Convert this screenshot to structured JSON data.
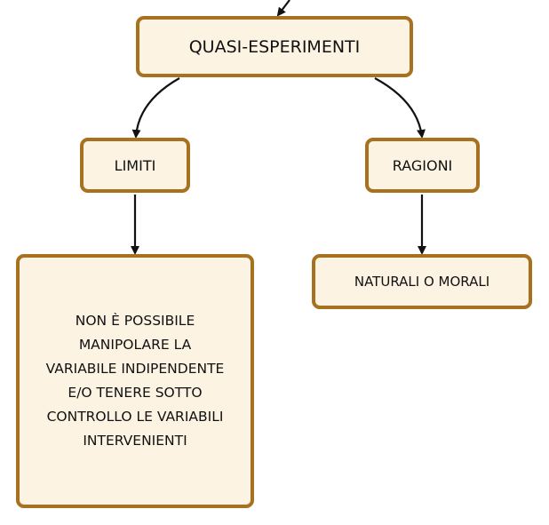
{
  "diagram": {
    "root": {
      "label": "QUASI-ESPERIMENTI"
    },
    "branches": [
      {
        "label": "LIMITI",
        "child": {
          "label": "NON È POSSIBILE\nMANIPOLARE LA\nVARIABILE INDIPENDENTE\nE/O TENERE SOTTO\nCONTROLLO LE VARIABILI\nINTERVENIENTI"
        }
      },
      {
        "label": "RAGIONI",
        "child": {
          "label": "NATURALI O MORALI"
        }
      }
    ]
  },
  "colors": {
    "node_fill": "#fdf3e3",
    "node_border": "#a8711f",
    "edge": "#111111"
  }
}
